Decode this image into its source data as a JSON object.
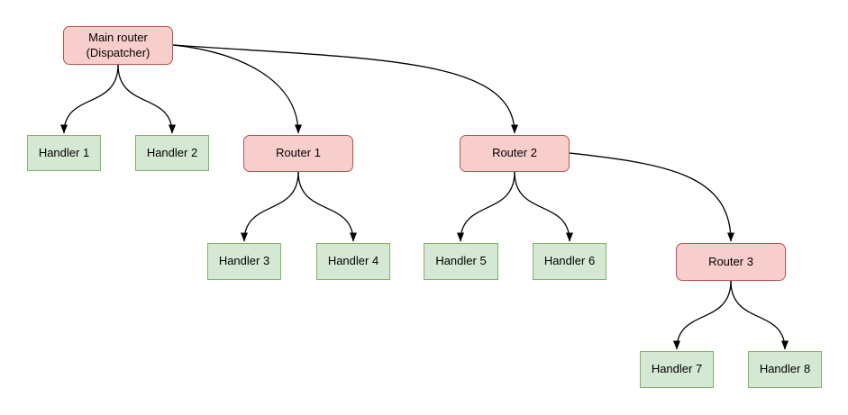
{
  "diagram": {
    "type": "tree",
    "nodes": {
      "main_router": {
        "label": "Main router\n(Dispatcher)",
        "kind": "router"
      },
      "handler1": {
        "label": "Handler 1",
        "kind": "handler"
      },
      "handler2": {
        "label": "Handler 2",
        "kind": "handler"
      },
      "router1": {
        "label": "Router 1",
        "kind": "router"
      },
      "router2": {
        "label": "Router 2",
        "kind": "router"
      },
      "handler3": {
        "label": "Handler 3",
        "kind": "handler"
      },
      "handler4": {
        "label": "Handler 4",
        "kind": "handler"
      },
      "handler5": {
        "label": "Handler 5",
        "kind": "handler"
      },
      "handler6": {
        "label": "Handler 6",
        "kind": "handler"
      },
      "router3": {
        "label": "Router 3",
        "kind": "router"
      },
      "handler7": {
        "label": "Handler 7",
        "kind": "handler"
      },
      "handler8": {
        "label": "Handler 8",
        "kind": "handler"
      }
    },
    "edges": [
      {
        "from": "main_router",
        "to": "handler1"
      },
      {
        "from": "main_router",
        "to": "handler2"
      },
      {
        "from": "main_router",
        "to": "router1"
      },
      {
        "from": "main_router",
        "to": "router2"
      },
      {
        "from": "router1",
        "to": "handler3"
      },
      {
        "from": "router1",
        "to": "handler4"
      },
      {
        "from": "router2",
        "to": "handler5"
      },
      {
        "from": "router2",
        "to": "handler6"
      },
      {
        "from": "router2",
        "to": "router3"
      },
      {
        "from": "router3",
        "to": "handler7"
      },
      {
        "from": "router3",
        "to": "handler8"
      }
    ],
    "colors": {
      "router_fill": "#f8cecc",
      "router_border": "#b85450",
      "handler_fill": "#d5e8d4",
      "handler_border": "#82b366",
      "edge": "#000000",
      "background": "#ffffff"
    }
  }
}
